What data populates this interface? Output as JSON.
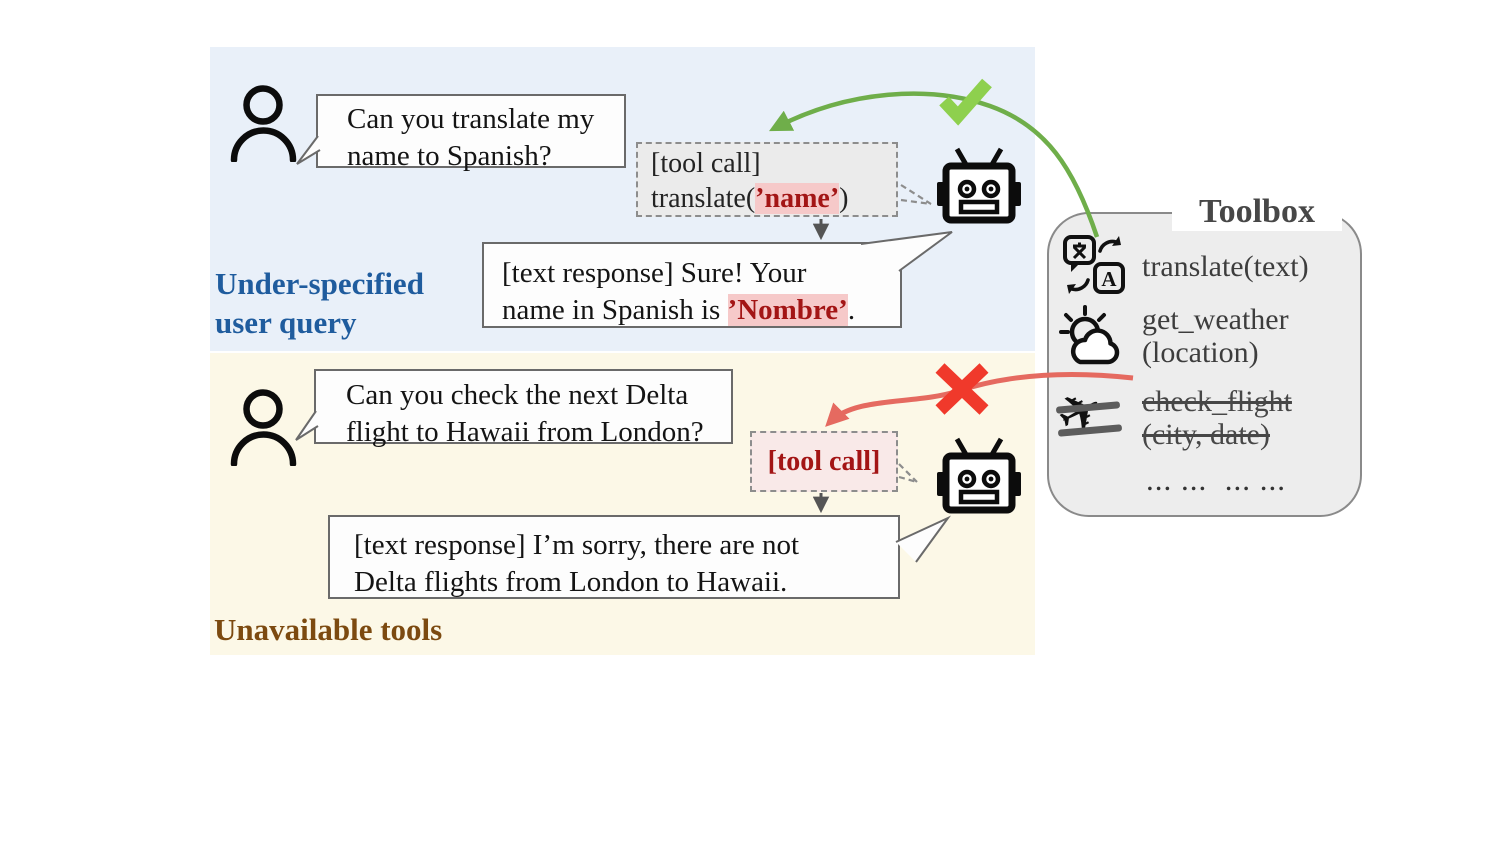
{
  "top_panel": {
    "label_lines": [
      "Under-specified",
      "user query"
    ],
    "user_bubble_lines": [
      "Can you translate my",
      "name to Spanish?"
    ],
    "tool_call": {
      "line1": "[tool call]",
      "call_prefix": "translate(",
      "call_arg": "’name’",
      "call_suffix": ")"
    },
    "response": {
      "line1": "[text response] Sure! Your",
      "line2_prefix": "name in Spanish is ",
      "line2_highlight": "’Nombre’",
      "line2_suffix": "."
    }
  },
  "bottom_panel": {
    "label": "Unavailable tools",
    "user_bubble_lines": [
      "Can you check the next Delta",
      "flight to Hawaii from London?"
    ],
    "tool_call_label": "[tool call]",
    "response_lines": [
      "[text response] I’m sorry, there are not",
      "Delta flights from London to Hawaii."
    ]
  },
  "toolbox": {
    "title": "Toolbox",
    "tools": [
      {
        "icon": "translate-icon",
        "available": true,
        "label_lines": [
          "translate(text)",
          ""
        ]
      },
      {
        "icon": "weather-icon",
        "available": true,
        "label_lines": [
          "get_weather",
          "(location)"
        ]
      },
      {
        "icon": "flight-crossed-icon",
        "available": false,
        "label_lines": [
          "check_flight",
          "(city, date)"
        ]
      }
    ],
    "more_dots": "... ...  ... ..."
  },
  "colors": {
    "panel_blue_bg": "#e9f0f9",
    "panel_yellow_bg": "#fcf8e7",
    "label_blue": "#1f5c9e",
    "label_brown": "#7c4a10",
    "highlight_text_red": "#a31515",
    "highlight_pink_bg": "#f6c9c9",
    "success_green": "#6fae4a",
    "check_green": "#8ed04e",
    "failure_red": "#e56a60",
    "x_red": "#f0392b",
    "toolbox_bg": "#ededed"
  }
}
